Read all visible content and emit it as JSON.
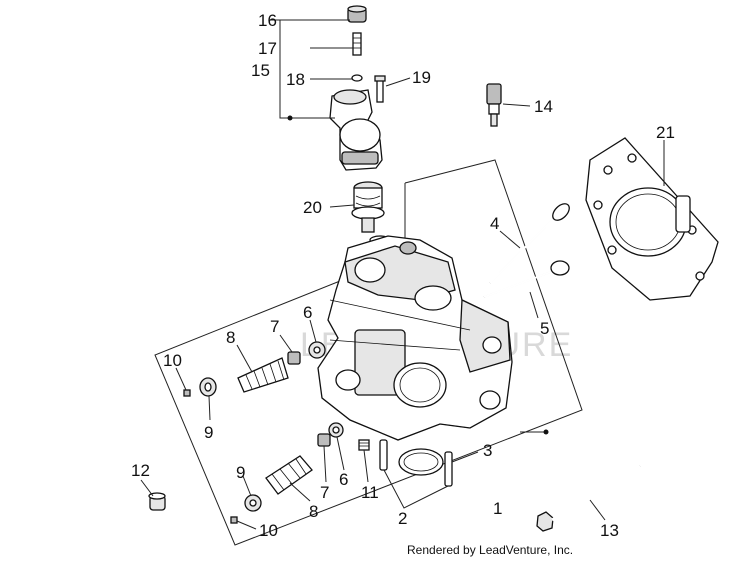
{
  "callouts": [
    "1",
    "2",
    "3",
    "4",
    "5",
    "6",
    "7",
    "8",
    "9",
    "10",
    "11",
    "12",
    "13",
    "14",
    "15",
    "16",
    "17",
    "18",
    "19",
    "20",
    "21"
  ],
  "callouts_repeated": [
    "6",
    "7",
    "8",
    "9",
    "10"
  ],
  "watermark": "LEADVENTURE",
  "credit": "Rendered by LeadVenture, Inc."
}
